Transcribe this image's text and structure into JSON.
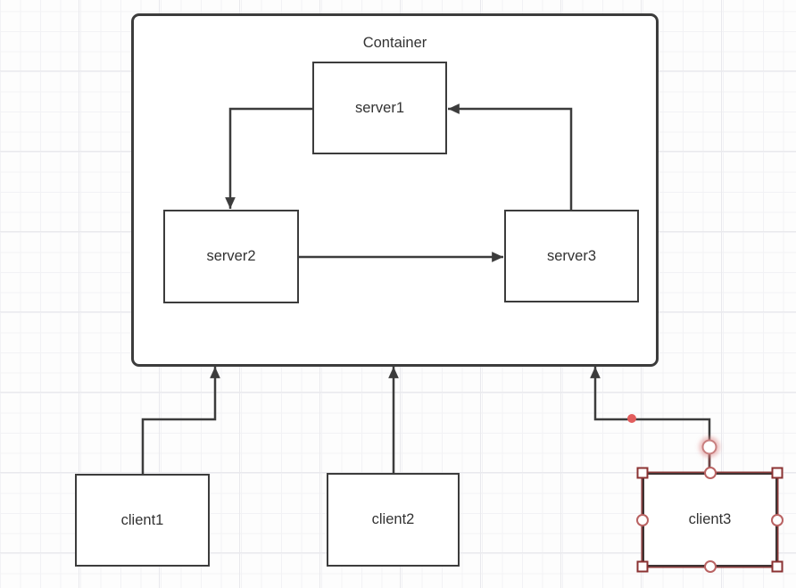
{
  "canvas": {
    "background": "#fdfdfd",
    "grid_minor_color": "#f2f2f5",
    "grid_major_color": "#e9e9ed",
    "stroke_color": "#3c3c3c",
    "text_color": "#333333"
  },
  "container": {
    "label": "Container"
  },
  "servers": [
    {
      "label": "server1"
    },
    {
      "label": "server2"
    },
    {
      "label": "server3"
    }
  ],
  "clients": [
    {
      "label": "client1"
    },
    {
      "label": "client2"
    },
    {
      "label": "client3"
    }
  ],
  "edges": [
    {
      "from": "server1",
      "to": "server2",
      "style": "orthogonal-arrow"
    },
    {
      "from": "server2",
      "to": "server3",
      "style": "orthogonal-arrow"
    },
    {
      "from": "server3",
      "to": "server1",
      "style": "orthogonal-arrow"
    },
    {
      "from": "client1",
      "to": "Container",
      "style": "orthogonal-arrow"
    },
    {
      "from": "client2",
      "to": "Container",
      "style": "orthogonal-arrow"
    },
    {
      "from": "client3",
      "to": "Container",
      "style": "orthogonal-arrow"
    }
  ],
  "selection": {
    "selected_node": "client3",
    "handle_fill": "#ffffff",
    "square_handle_border": "#8b3232",
    "circle_handle_border": "#b96262",
    "endpoint_circle_border": "#c87f7f",
    "endpoint_glow": "#de8a8a",
    "waypoint_dot_color": "#e25d5d",
    "selected_outline": "#8b3a3a"
  }
}
